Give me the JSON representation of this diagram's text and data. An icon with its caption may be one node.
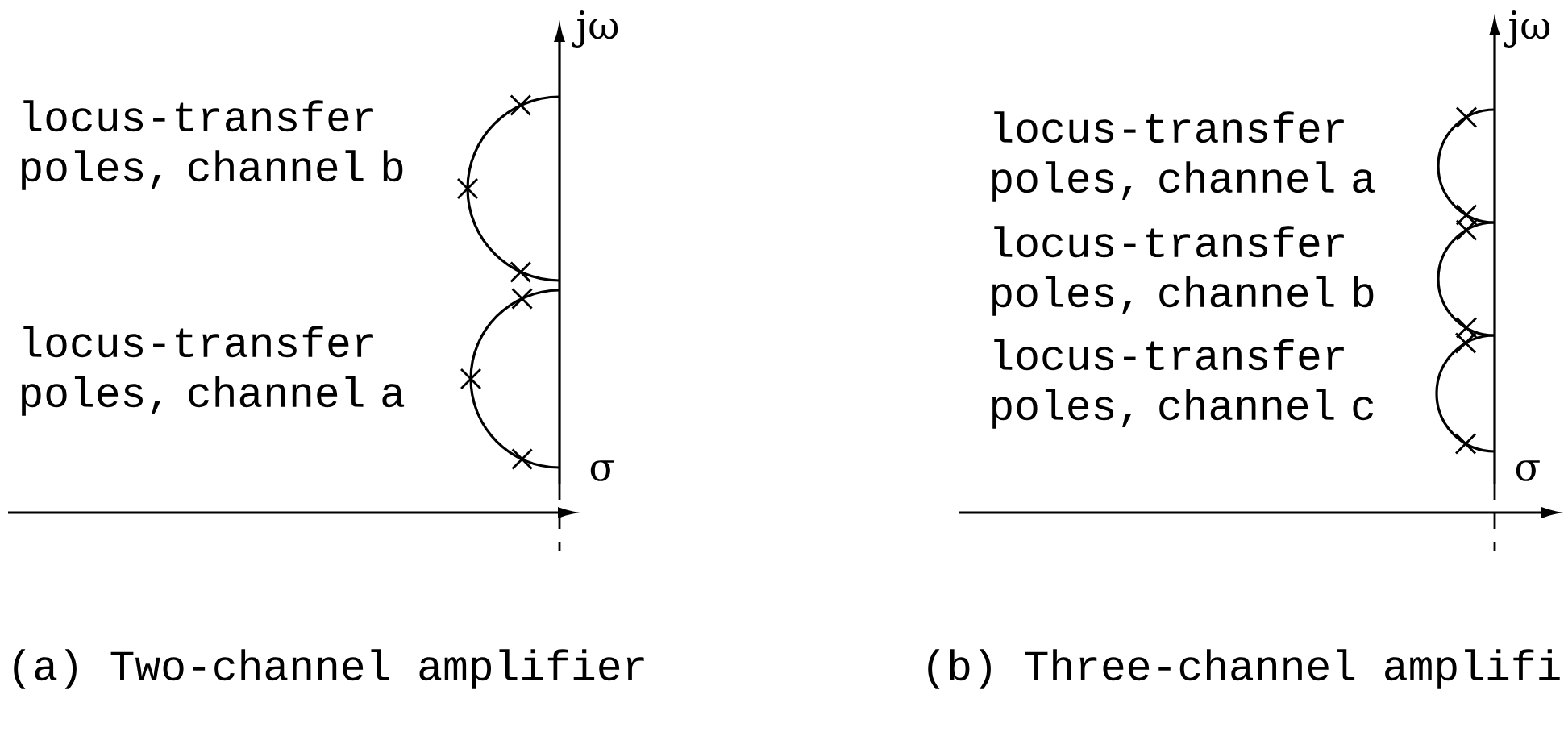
{
  "diagram": {
    "labels": [
      "jω",
      "locus-transfer poles, channel b",
      "locus-transfer poles, channel a",
      "σ",
      "jω",
      "locus-transfer poles, channel a",
      "locus-transfer poles, channel b",
      "locus-transfer poles, channel c",
      "σ",
      "(a) Two-channel amplifier",
      "(b) Three-channel amplifi"
    ]
  }
}
